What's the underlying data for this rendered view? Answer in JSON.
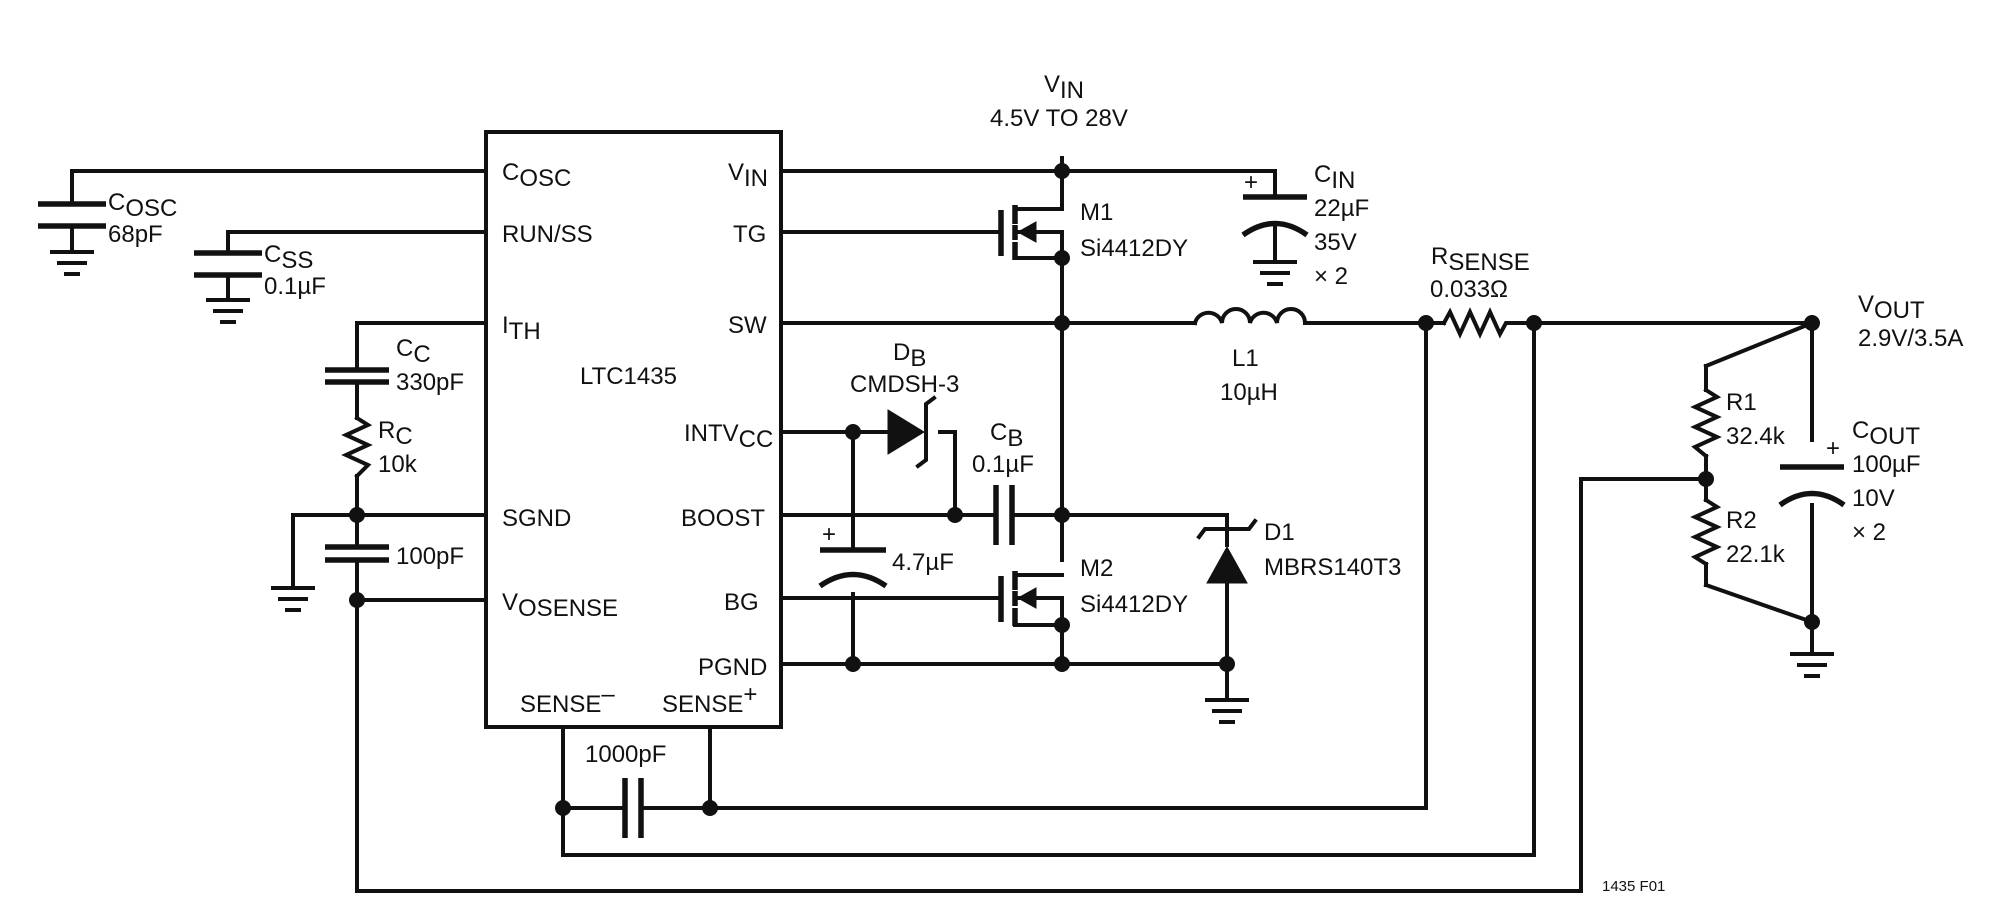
{
  "colors": {
    "ink": "#111111",
    "background": "#ffffff"
  },
  "ic": {
    "name": "LTC1435",
    "pins": {
      "cosc": "C",
      "cosc_sub": "OSC",
      "runss": "RUN/SS",
      "ith": "I",
      "ith_sub": "TH",
      "sgnd": "SGND",
      "vosense": "V",
      "vosense_sub": "OSENSE",
      "vin": "V",
      "vin_sub": "IN",
      "tg": "TG",
      "sw": "SW",
      "intvcc": "INTV",
      "intvcc_sub": "CC",
      "boost": "BOOST",
      "bg": "BG",
      "pgnd": "PGND",
      "sense_minus": "SENSE",
      "sense_minus_sup": "–",
      "sense_plus": "SENSE",
      "sense_plus_sup": "+"
    }
  },
  "components": {
    "cosc": {
      "ref": "C",
      "ref_sub": "OSC",
      "value": "68pF"
    },
    "css": {
      "ref": "C",
      "ref_sub": "SS",
      "value": "0.1µF"
    },
    "cc": {
      "ref": "C",
      "ref_sub": "C",
      "value": "330pF"
    },
    "rc": {
      "ref": "R",
      "ref_sub": "C",
      "value": "10k"
    },
    "c100": {
      "value": "100pF"
    },
    "c1000": {
      "value": "1000pF"
    },
    "vin": {
      "ref": "V",
      "ref_sub": "IN",
      "range": "4.5V TO 28V"
    },
    "cin": {
      "ref": "C",
      "ref_sub": "IN",
      "value": "22µF",
      "voltage": "35V",
      "count": "× 2",
      "plus": "+"
    },
    "m1": {
      "ref": "M1",
      "part": "Si4412DY"
    },
    "m2": {
      "ref": "M2",
      "part": "Si4412DY"
    },
    "db": {
      "ref": "D",
      "ref_sub": "B",
      "part": "CMDSH-3"
    },
    "cb": {
      "ref": "C",
      "ref_sub": "B",
      "value": "0.1µF"
    },
    "c47": {
      "value": "4.7µF",
      "plus": "+"
    },
    "d1": {
      "ref": "D1",
      "part": "MBRS140T3"
    },
    "l1": {
      "ref": "L1",
      "value": "10µH"
    },
    "rsense": {
      "ref": "R",
      "ref_sub": "SENSE",
      "value": "0.033Ω"
    },
    "vout": {
      "ref": "V",
      "ref_sub": "OUT",
      "value": "2.9V/3.5A"
    },
    "r1": {
      "ref": "R1",
      "value": "32.4k"
    },
    "r2": {
      "ref": "R2",
      "value": "22.1k"
    },
    "cout": {
      "ref": "C",
      "ref_sub": "OUT",
      "value": "100µF",
      "voltage": "10V",
      "count": "× 2",
      "plus": "+"
    }
  },
  "figure_id": "1435 F01"
}
